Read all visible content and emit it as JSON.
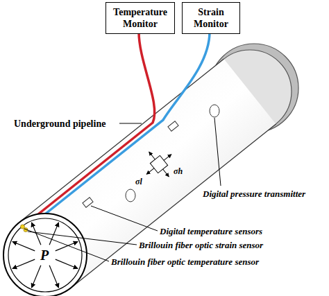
{
  "diagram": {
    "nodes": [
      {
        "text": [
          "Temperature Monitor"
        ]
      },
      {
        "text": [
          "Strain Monitor"
        ]
      }
    ],
    "labels": [
      "Underground pipeline",
      "Digital pressure transmitter",
      "Digital temperature sensors",
      "Brillouin fiber optic strain sensor",
      "Brillouin fiber optic temperature sensor",
      "P",
      "σl",
      "σh"
    ]
  }
}
